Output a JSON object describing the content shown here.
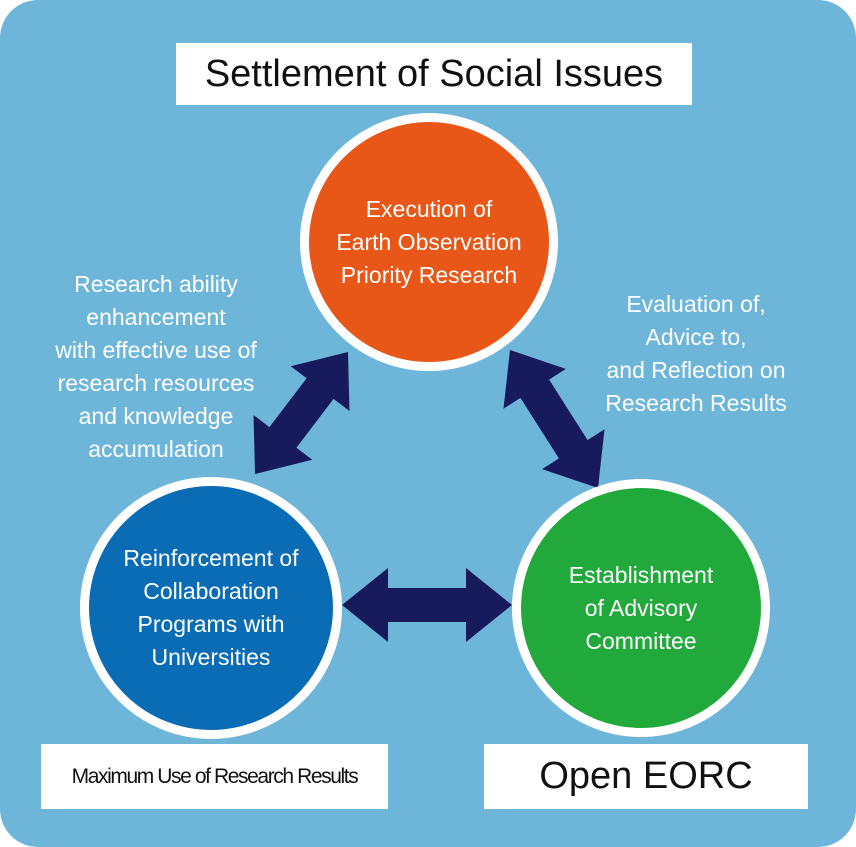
{
  "title": "Settlement of Social Issues",
  "circles": {
    "top": "Execution of\nEarth Observation\nPriority Research",
    "left": "Reinforcement of\nCollaboration\nPrograms with\nUniversities",
    "right": "Establishment\nof Advisory\nCommittee"
  },
  "side_texts": {
    "left": "Research ability\nenhancement\nwith effective use of\nresearch resources\nand knowledge\naccumulation",
    "right": "Evaluation of,\nAdvice to,\nand Reflection on\nResearch Results"
  },
  "bottom_boxes": {
    "left": "Maximum Use of Research Results",
    "right": "Open EORC"
  },
  "colors": {
    "background": "#6db6d9",
    "orange": "#e85717",
    "blue": "#0a6cb5",
    "green": "#22a93c",
    "arrow": "#171b5c"
  }
}
